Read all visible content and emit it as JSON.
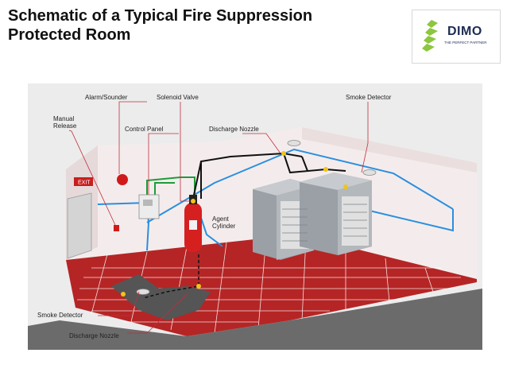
{
  "header": {
    "title_line1": "Schematic of a Typical Fire Suppression",
    "title_line2": "Protected Room"
  },
  "logo": {
    "brand": "DIMO",
    "tagline": "THE PERFECT PARTNER",
    "colors": [
      "#8dc63f",
      "#1d2c53"
    ]
  },
  "diagram": {
    "labels": {
      "manual_release_1": "Manual",
      "manual_release_2": "Release",
      "alarm_sounder": "Alarm/Sounder",
      "solenoid_valve": "Solenoid Valve",
      "control_panel": "Control Panel",
      "discharge_nozzle_top": "Discharge Nozzle",
      "smoke_detector_top": "Smoke Detector",
      "agent_cylinder_1": "Agent",
      "agent_cylinder_2": "Cylinder",
      "smoke_detector_bottom": "Smoke Detector",
      "discharge_nozzle_bottom": "Discharge Nozzle",
      "exit_sign": "EXIT"
    },
    "colors": {
      "wall": "#f4ecec",
      "floor_tile": "#b52525",
      "floor_grout": "#ffffff",
      "detection_wiring": "#2a8fe0",
      "control_wiring": "#1f9b3a",
      "discharge_pipe": "#111111",
      "cylinder": "#d62020",
      "leader_line": "#c0303c"
    }
  }
}
